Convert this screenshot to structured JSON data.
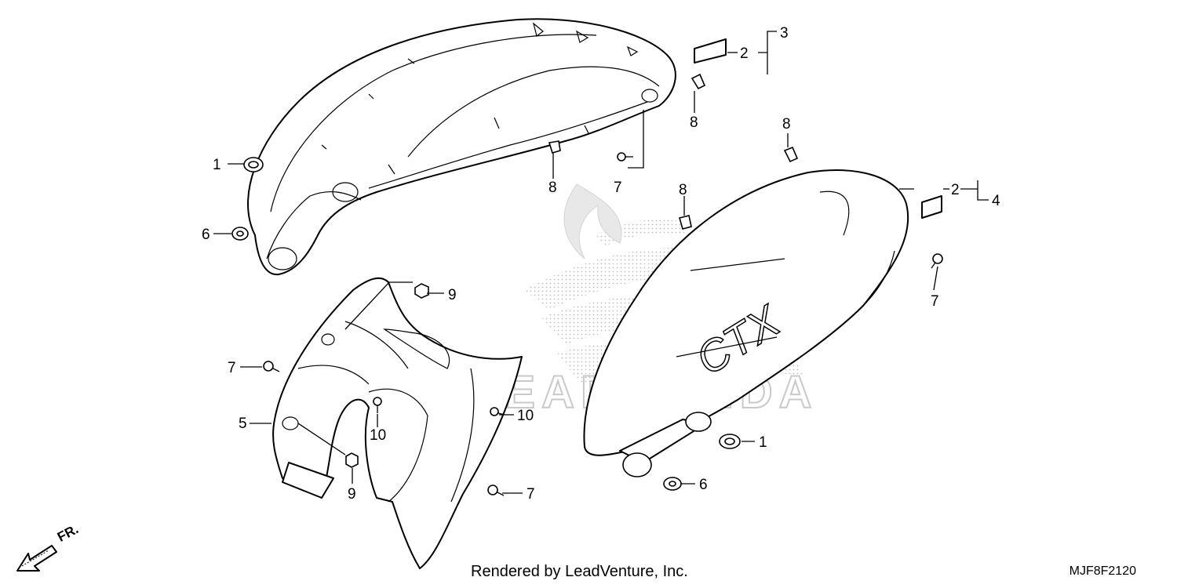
{
  "footer": {
    "credit": "Rendered by LeadVenture, Inc.",
    "diagram_code": "MJF8F2120"
  },
  "orientation": {
    "front_label": "FR."
  },
  "watermark": {
    "text": "LEADHONDA"
  },
  "callouts": {
    "c1a": "1",
    "c1b": "1",
    "c2a": "2",
    "c2b": "2",
    "c3": "3",
    "c4": "4",
    "c5": "5",
    "c6a": "6",
    "c6b": "6",
    "c7a": "7",
    "c7b": "7",
    "c7c": "7",
    "c7d": "7",
    "c8a": "8",
    "c8b": "8",
    "c8c": "8",
    "c8d": "8",
    "c9a": "9",
    "c9b": "9",
    "c10a": "10",
    "c10b": "10"
  },
  "colors": {
    "line": "#000000",
    "watermark": "#bdbdbd"
  }
}
